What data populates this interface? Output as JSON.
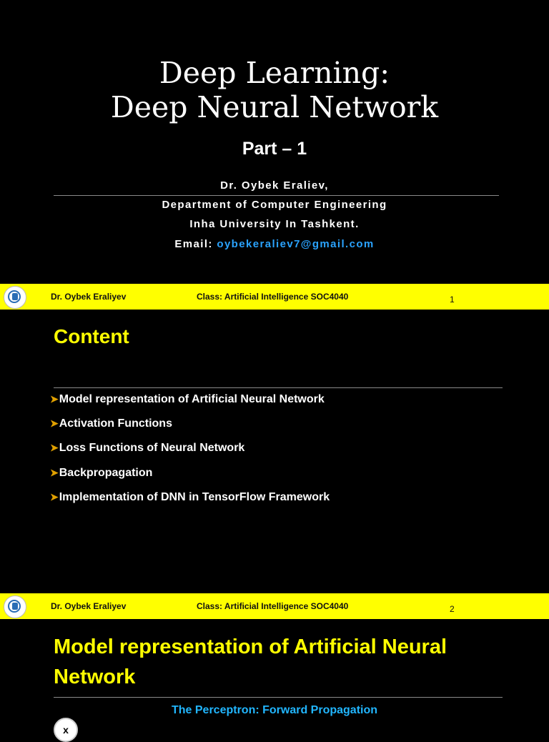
{
  "slide1": {
    "title_line1": "Deep Learning:",
    "title_line2": "Deep Neural Network",
    "part": "Part – 1",
    "author": "Dr. Oybek Eraliev,",
    "department": "Department of Computer Engineering",
    "university": "Inha University In Tashkent.",
    "email_label": "Email:",
    "email": "oybekeraliev7@gmail.com"
  },
  "footer1": {
    "author": "Dr. Oybek Eraliyev",
    "class": "Class: Artificial Intelligence SOC4040",
    "page": "1"
  },
  "slide2": {
    "heading": "Content",
    "bullets": [
      "Model representation of Artificial Neural Network",
      "Activation Functions",
      "Loss Functions of Neural Network",
      "Backpropagation",
      "Implementation of DNN in TensorFlow Framework"
    ]
  },
  "footer2": {
    "author": "Dr. Oybek Eraliyev",
    "class": "Class: Artificial Intelligence SOC4040",
    "page": "2"
  },
  "slide3": {
    "heading": "Model representation of Artificial Neural Network",
    "subheading": "The Perceptron: Forward Propagation",
    "node_label": "x"
  },
  "colors": {
    "background": "#000000",
    "footer": "#ffff00",
    "heading": "#ffff00",
    "link": "#2aa3ff",
    "subheading": "#21b6ff"
  },
  "icons": [
    "university-logo-icon",
    "bullet-arrow-icon"
  ]
}
